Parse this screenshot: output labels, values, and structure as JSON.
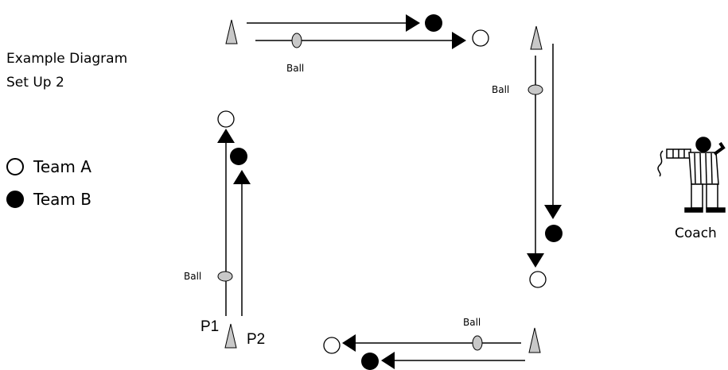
{
  "title": {
    "line1": "Example Diagram",
    "line2": "Set Up 2"
  },
  "legend": [
    {
      "label": "Team A",
      "symbol": "open-circle"
    },
    {
      "label": "Team B",
      "symbol": "filled-circle"
    }
  ],
  "labels": {
    "ball": "Ball",
    "p1": "P1",
    "p2": "P2",
    "coach": "Coach"
  },
  "colors": {
    "cone": "#c8c8c8",
    "ball": "#c8c8c8",
    "team_a": "#ffffff",
    "team_b": "#000000"
  }
}
